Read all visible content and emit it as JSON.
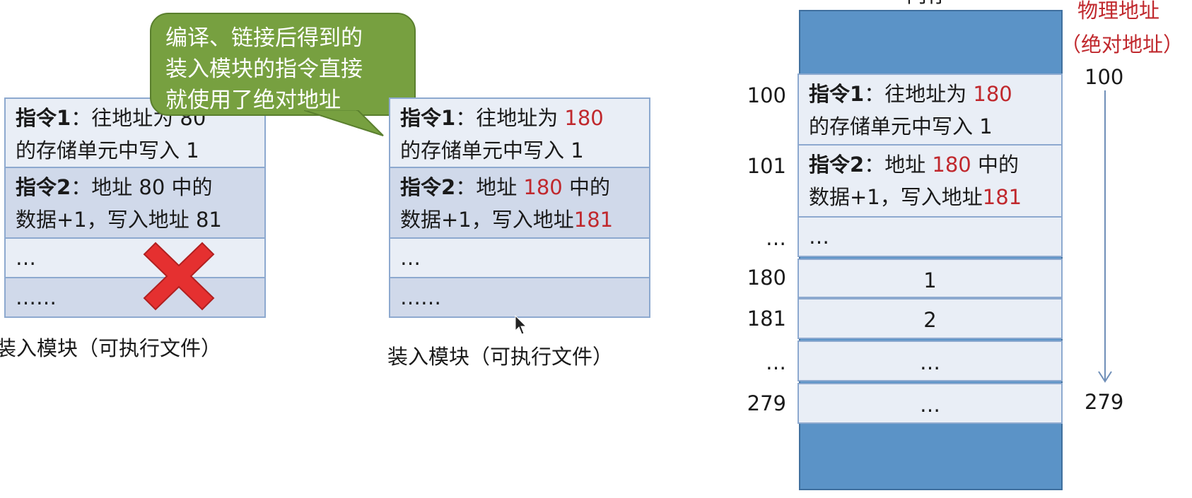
{
  "callout": {
    "lines": [
      "编译、链接后得到的",
      "装入模块的指令直接",
      "就使用了绝对地址"
    ]
  },
  "left_module": {
    "rows": [
      {
        "kw": "指令1",
        "rest1": "：往地址为 80",
        "line2": "的存储单元中写入 1"
      },
      {
        "kw": "指令2",
        "rest1": "：地址 80 中的",
        "line2": "数据+1，写入地址 81"
      },
      {
        "text": "…"
      },
      {
        "text": "……"
      }
    ],
    "caption": "装入模块（可执行文件）"
  },
  "right_module": {
    "rows": [
      {
        "kw": "指令1",
        "pre": "：往地址为 ",
        "red": "180",
        "line2": "的存储单元中写入 1"
      },
      {
        "kw": "指令2",
        "pre": "：地址 ",
        "red": "180",
        "post": " 中的",
        "line2_pre": "数据+1，写入地址",
        "line2_red": "181"
      },
      {
        "text": "…"
      },
      {
        "text": "……"
      }
    ],
    "caption": "装入模块（可执行文件）"
  },
  "memory": {
    "title_fragment": "内存",
    "phys_label_1": "物理地址",
    "phys_label_2": "（绝对地址）",
    "phys_top": "100",
    "phys_bottom": "279",
    "rows": [
      {
        "addr": "100",
        "kw": "指令1",
        "pre": "：往地址为 ",
        "red": "180",
        "line2": "的存储单元中写入 1"
      },
      {
        "addr": "101",
        "kw": "指令2",
        "pre": "：地址 ",
        "red": "180",
        "post": " 中的",
        "line2_pre": "数据+1，写入地址",
        "line2_red": "181"
      },
      {
        "addr": "…",
        "text": "…"
      },
      {
        "addr": "180",
        "text": "1"
      },
      {
        "addr": "181",
        "text": "2"
      },
      {
        "addr": "…",
        "text": "…"
      },
      {
        "addr": "279",
        "text": "…"
      }
    ]
  },
  "colors": {
    "memory_fill": "#5b93c7",
    "row_light": "#e9eef6",
    "row_dark": "#d0d9ea",
    "highlight_red": "#c0282d",
    "callout_green": "#77a040",
    "cross_red": "#e53030"
  }
}
